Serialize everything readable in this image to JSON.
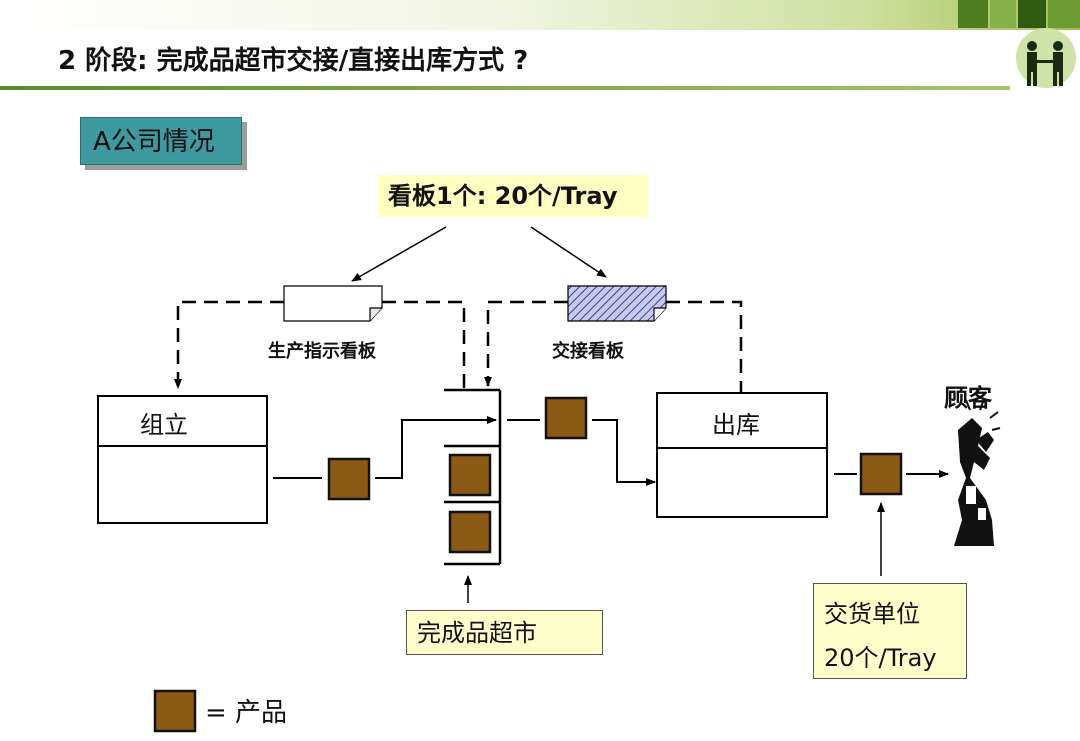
{
  "header": {
    "title": "2 阶段: 完成品超市交接/直接出库方式 ?"
  },
  "company_tag": "A公司情况",
  "kanban_note": "看板1个: 20个/Tray",
  "cards": {
    "production": "生产指示看板",
    "handover": "交接看板"
  },
  "processes": {
    "assembly": "组立",
    "shipping": "出库"
  },
  "customer": "顾客",
  "supermarket_label": "完成品超市",
  "delivery": {
    "line1": "交货单位",
    "line2": "20个/Tray"
  },
  "legend": {
    "text": "= 产品"
  },
  "colors": {
    "product": "#8b5a14",
    "note_fill": "#ffffcc",
    "company_tag": "#3d9ba0",
    "handover_card": "#8f94d8"
  }
}
